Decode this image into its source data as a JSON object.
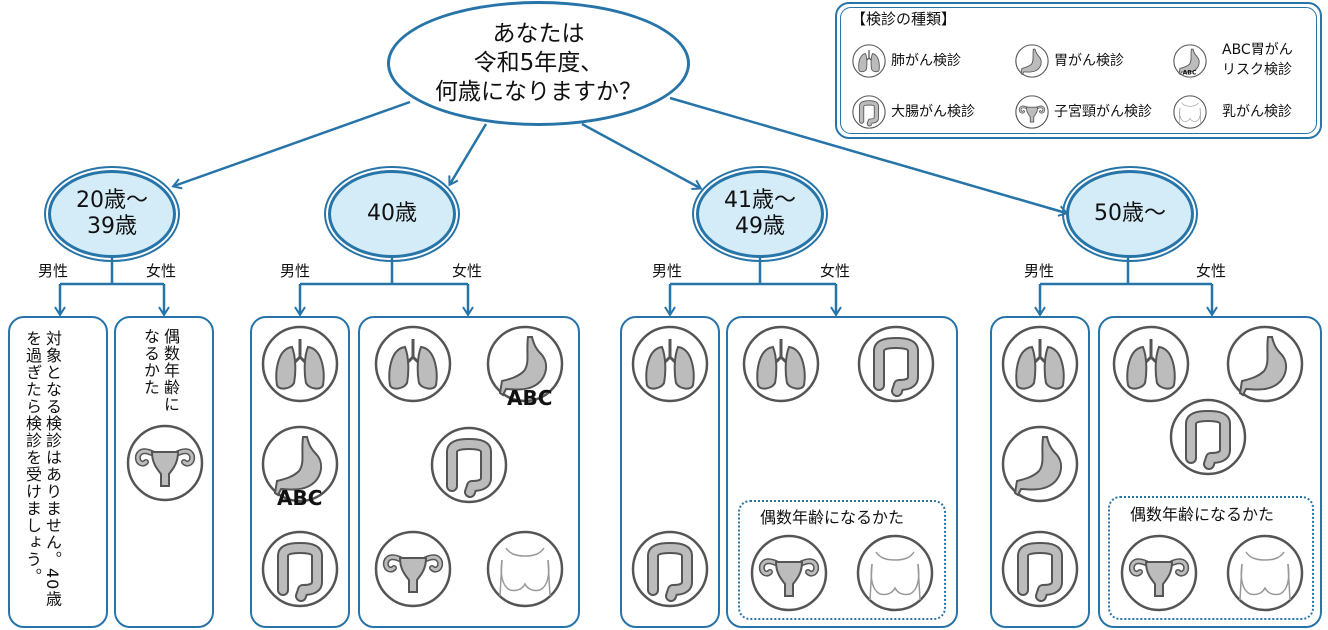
{
  "question": {
    "line1": "あなたは",
    "line2": "令和5年度、",
    "line3": "何歳になりますか？"
  },
  "legend": {
    "title": "【検診の種類】",
    "items": {
      "lung": "肺がん検診",
      "stomach": "胃がん検診",
      "abc_line1": "ABC胃がん",
      "abc_line2": "リスク検診",
      "colon": "大腸がん検診",
      "cervical": "子宮頸がん検診",
      "breast": "乳がん検診"
    },
    "abc_mark": "ABC"
  },
  "groups": {
    "g1": {
      "label_line1": "20歳～",
      "label_line2": "39歳",
      "male": "男性",
      "female": "女性",
      "male_note": "対象となる検診はありません。40歳を過ぎたら検診を受けましょう。",
      "female_note": "偶数年齢になるかた"
    },
    "g2": {
      "label": "40歳",
      "male": "男性",
      "female": "女性",
      "abc_mark": "ABC"
    },
    "g3": {
      "label_line1": "41歳～",
      "label_line2": "49歳",
      "male": "男性",
      "female": "女性",
      "even_note": "偶数年齢になるかた"
    },
    "g4": {
      "label": "50歳～",
      "male": "男性",
      "female": "女性",
      "even_note": "偶数年齢になるかた"
    }
  },
  "colors": {
    "line": "#2774a8",
    "age_fill": "#d4ecf8",
    "organ_fill": "#bcbcbc",
    "organ_stroke": "#555555"
  }
}
